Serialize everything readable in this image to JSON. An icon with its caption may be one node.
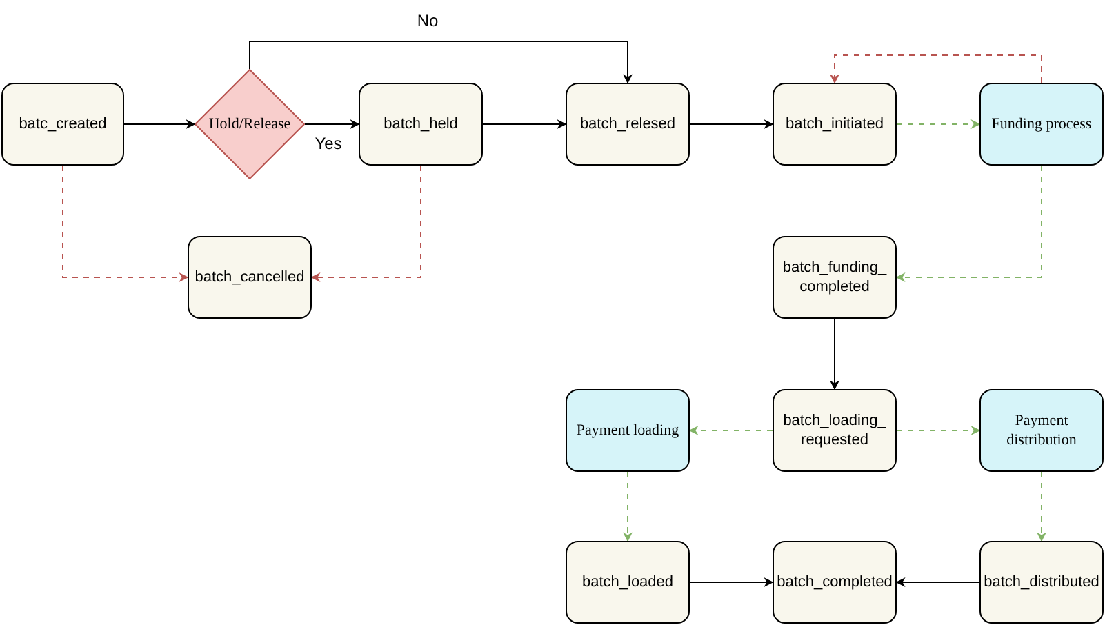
{
  "diagram": {
    "nodes": [
      {
        "text": [
          "batc_created"
        ]
      },
      {
        "text": [
          "Hold/Release"
        ]
      },
      {
        "text": [
          "batch_held"
        ]
      },
      {
        "text": [
          "batch_relesed"
        ]
      },
      {
        "text": [
          "batch_initiated"
        ]
      },
      {
        "text": [
          "Funding process"
        ]
      },
      {
        "text": [
          "batch_cancelled"
        ]
      },
      {
        "text": [
          "batch_funding_ completed"
        ]
      },
      {
        "text": [
          "Payment loading"
        ]
      },
      {
        "text": [
          "batch_loading_ requested"
        ]
      },
      {
        "text": [
          "Payment distribution"
        ]
      },
      {
        "text": [
          "batch_loaded"
        ]
      },
      {
        "text": [
          "batch_completed"
        ]
      },
      {
        "text": [
          "batch_distributed"
        ]
      }
    ],
    "edges": [
      {
        "from": 0,
        "to": 1,
        "arrow": "to"
      },
      {
        "from": 1,
        "to": 2,
        "arrow": "to",
        "label": "Yes"
      },
      {
        "from": 1,
        "to": 3,
        "arrow": "to",
        "label": "No"
      },
      {
        "from": 2,
        "to": 3,
        "arrow": "to"
      },
      {
        "from": 3,
        "to": 4,
        "arrow": "to"
      },
      {
        "from": 4,
        "to": 5,
        "arrow": "to",
        "style": "dashed",
        "color": "#82b366"
      },
      {
        "from": 5,
        "to": 4,
        "arrow": "to",
        "style": "dashed",
        "color": "#b85450"
      },
      {
        "from": 0,
        "to": 6,
        "arrow": "to",
        "style": "dashed",
        "color": "#b85450"
      },
      {
        "from": 2,
        "to": 6,
        "arrow": "to",
        "style": "dashed",
        "color": "#b85450"
      },
      {
        "from": 5,
        "to": 7,
        "arrow": "to",
        "style": "dashed",
        "color": "#82b366"
      },
      {
        "from": 7,
        "to": 9,
        "arrow": "to"
      },
      {
        "from": 9,
        "to": 8,
        "arrow": "to",
        "style": "dashed",
        "color": "#82b366"
      },
      {
        "from": 9,
        "to": 10,
        "arrow": "to",
        "style": "dashed",
        "color": "#82b366"
      },
      {
        "from": 8,
        "to": 11,
        "arrow": "to",
        "style": "dashed",
        "color": "#82b366"
      },
      {
        "from": 10,
        "to": 13,
        "arrow": "to",
        "style": "dashed",
        "color": "#82b366"
      },
      {
        "from": 11,
        "to": 12,
        "arrow": "to"
      },
      {
        "from": 13,
        "to": 12,
        "arrow": "to"
      }
    ]
  }
}
